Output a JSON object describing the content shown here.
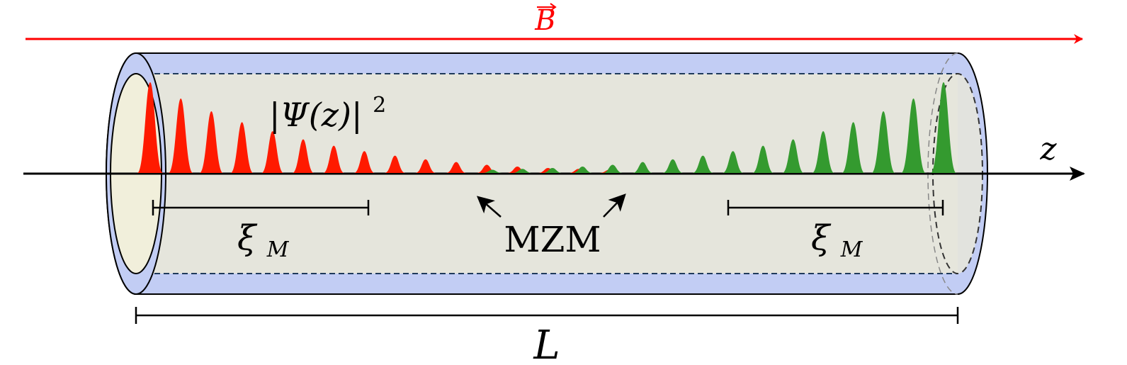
{
  "labels": {
    "field": "B",
    "axis": "z",
    "density_base": "|Ψ(z)|",
    "density_exp": "2",
    "xi_base": "ξ",
    "xi_sub": "M",
    "mzm": "MZM",
    "length": "L"
  },
  "colors": {
    "field_arrow": "#ff0000",
    "left_wave": "#ff1a00",
    "right_wave": "#349a2f",
    "shell": "#c2cdf4",
    "core": "#e5e5dc",
    "end_cap": "#f1efdb",
    "outline": "#000000",
    "dashed": "#1f3a5a"
  },
  "waves": {
    "left_peak_heights": [
      1.0,
      0.82,
      0.68,
      0.56,
      0.46,
      0.37,
      0.3,
      0.24,
      0.19,
      0.15,
      0.12,
      0.09,
      0.07,
      0.055,
      0.045,
      0.035
    ],
    "right_peak_heights": [
      0.035,
      0.045,
      0.055,
      0.07,
      0.09,
      0.12,
      0.15,
      0.19,
      0.24,
      0.3,
      0.37,
      0.46,
      0.56,
      0.68,
      0.82,
      1.0
    ]
  }
}
